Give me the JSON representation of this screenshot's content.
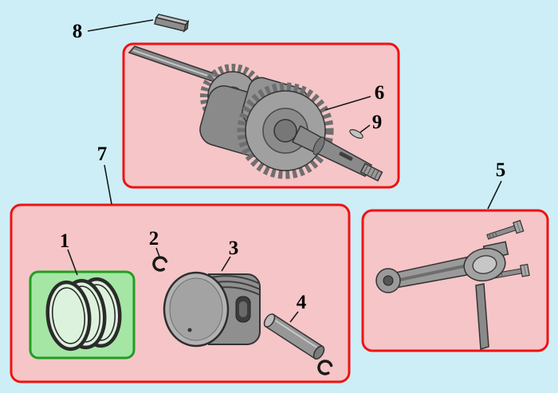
{
  "colors": {
    "background": "#cdeef7",
    "panel_fill": "#f6c5c7",
    "panel_border": "#f01212",
    "rings_box_fill": "#a5e6a5",
    "rings_box_border": "#1f9f1f"
  },
  "labels": {
    "n1": "1",
    "n2": "2",
    "n3": "3",
    "n4": "4",
    "n5": "5",
    "n6": "6",
    "n7": "7",
    "n8": "8",
    "n9": "9"
  }
}
